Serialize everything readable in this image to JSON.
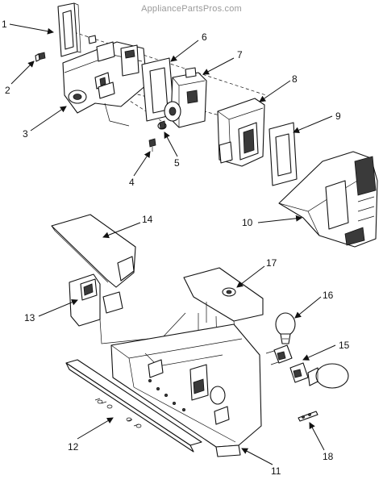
{
  "watermark": "AppliancePartsPros.com",
  "callouts": {
    "c1": "1",
    "c2": "2",
    "c3": "3",
    "c4": "4",
    "c5": "5",
    "c6": "6",
    "c7": "7",
    "c8": "8",
    "c9": "9",
    "c10": "10",
    "c11": "11",
    "c12": "12",
    "c13": "13",
    "c14": "14",
    "c15": "15",
    "c16": "16",
    "c17": "17",
    "c18": "18"
  },
  "colors": {
    "line": "#111111",
    "watermark": "#9a9a9a",
    "shade": "#3a3a3a"
  }
}
